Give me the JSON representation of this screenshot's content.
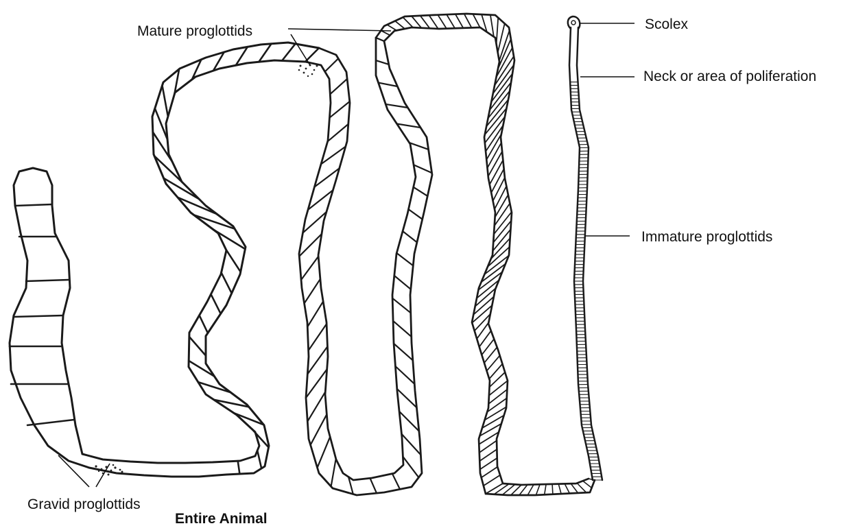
{
  "labels": {
    "mature": "Mature proglottids",
    "scolex": "Scolex",
    "neck": "Neck or area of poliferation",
    "immature": "Immature proglottids",
    "gravid": "Gravid proglottids",
    "caption": "Entire Animal"
  }
}
